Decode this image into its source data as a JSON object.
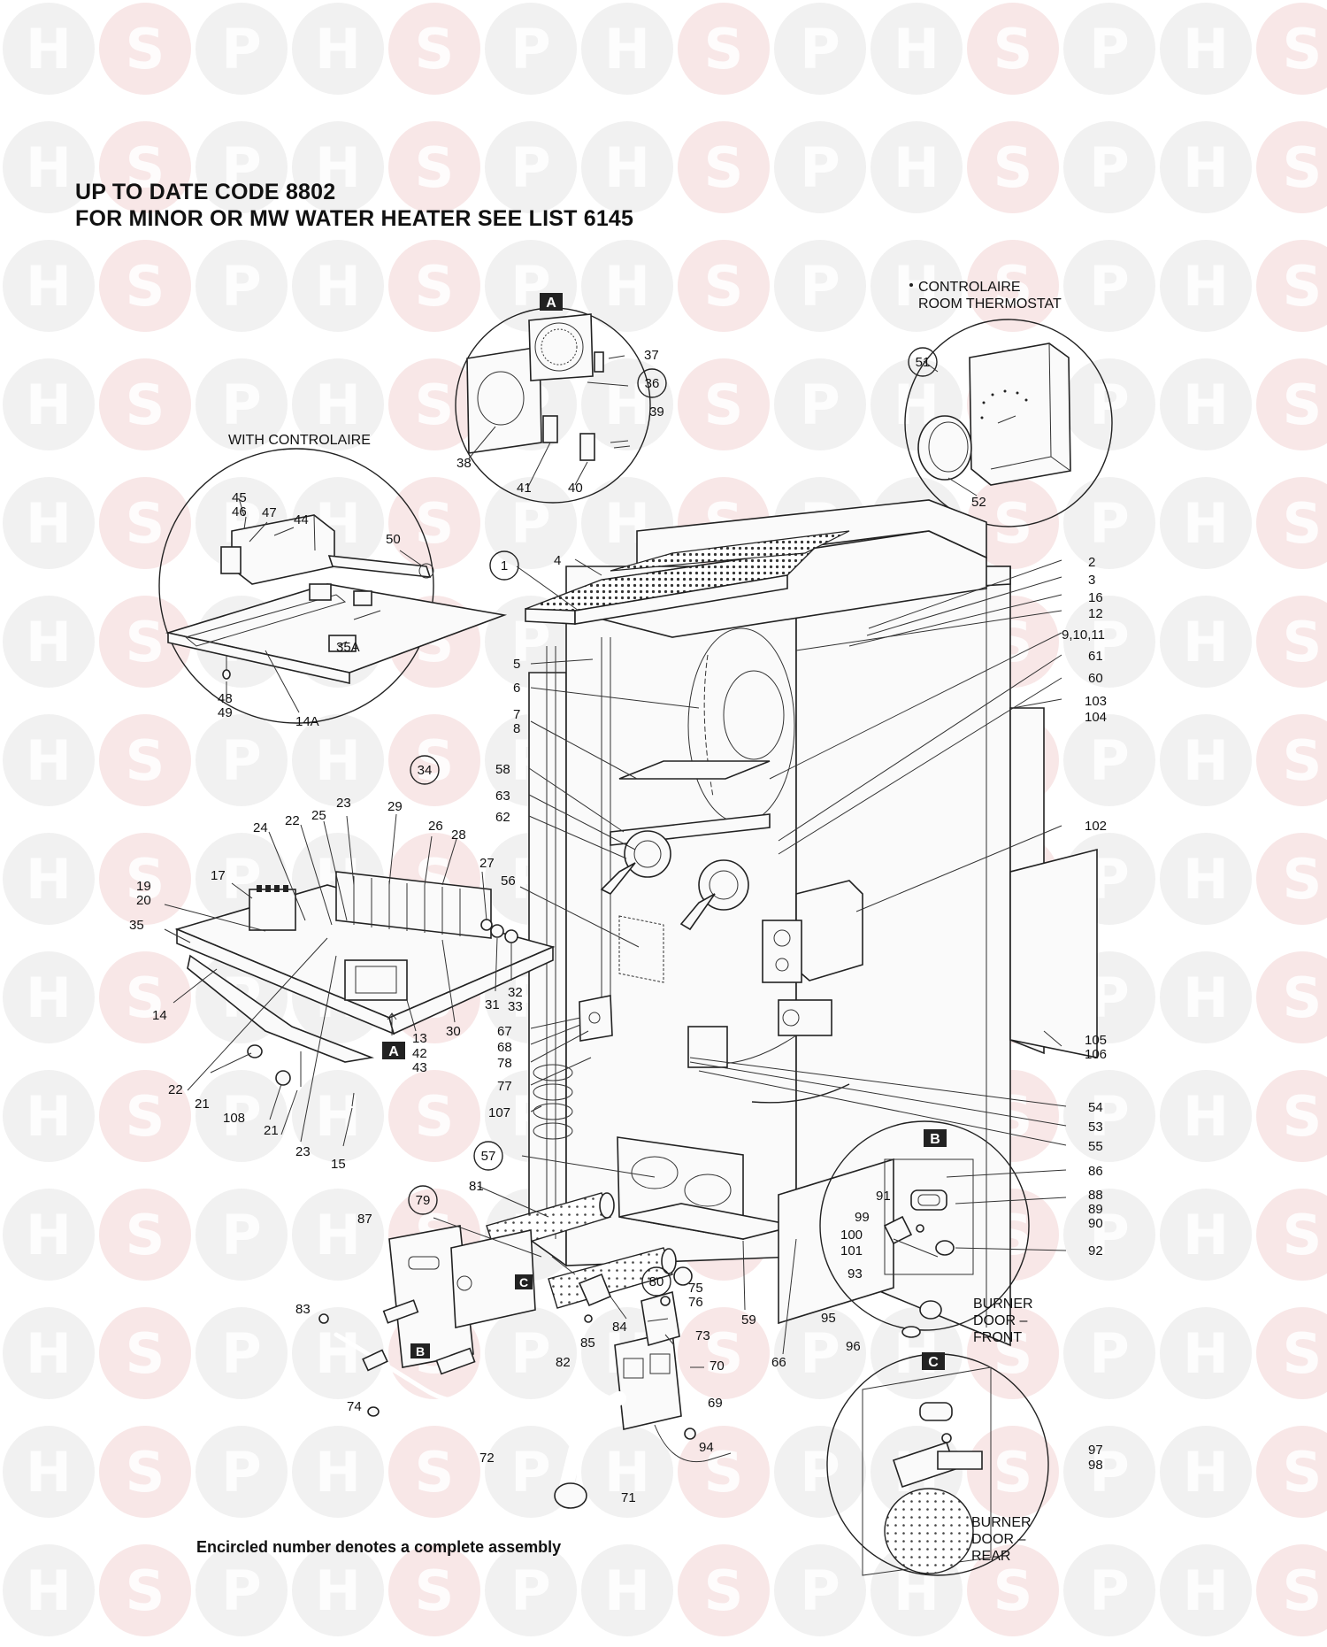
{
  "header": {
    "line1": "UP TO DATE CODE 8802",
    "line2": "FOR MINOR OR MW WATER HEATER SEE LIST 6145"
  },
  "footer": {
    "note": "Encircled number denotes a complete assembly"
  },
  "watermark": {
    "letters": [
      "H",
      "S",
      "P"
    ],
    "colors": {
      "H": "#e6e6e6",
      "S": "#f3d3d3",
      "P": "#e6e6e6"
    }
  },
  "diagram": {
    "captions": {
      "with_controlaire": "WITH CONTROLAIRE",
      "controlaire": "CONTROLAIRE",
      "room_thermostat": "ROOM THERMOSTAT",
      "burner": "BURNER",
      "door_front": "DOOR –",
      "front": "FRONT",
      "door_rear": "DOOR –",
      "rear": "REAR"
    },
    "boxed_letters": {
      "a_top": "A",
      "a_bottom": "A",
      "b": "B",
      "b_small": "B",
      "c": "C",
      "c_small": "C"
    },
    "encircled_labels": [
      "1",
      "34",
      "36",
      "51",
      "57",
      "79",
      "80"
    ],
    "labels": {
      "l1": "1",
      "l2": "2",
      "l3": "3",
      "l4": "4",
      "l5": "5",
      "l6": "6",
      "l7": "7",
      "l8": "8",
      "l91011": "9,10,11",
      "l12": "12",
      "l13": "13",
      "l14": "14",
      "l14a": "14A",
      "l15": "15",
      "l16": "16",
      "l17": "17",
      "l19": "19",
      "l20": "20",
      "l21a": "21",
      "l21b": "21",
      "l22a": "22",
      "l22b": "22",
      "l23a": "23",
      "l23b": "23",
      "l24": "24",
      "l25": "25",
      "l26": "26",
      "l27": "27",
      "l28": "28",
      "l29": "29",
      "l30": "30",
      "l31": "31",
      "l32": "32",
      "l33": "33",
      "l34": "34",
      "l35": "35",
      "l35a": "35A",
      "l36": "36",
      "l37": "37",
      "l38": "38",
      "l39": "39",
      "l40": "40",
      "l41": "41",
      "l42": "42",
      "l43": "43",
      "l44": "44",
      "l45": "45",
      "l46": "46",
      "l47": "47",
      "l48": "48",
      "l49": "49",
      "l50": "50",
      "l51": "51",
      "l52": "52",
      "l53": "53",
      "l54": "54",
      "l55": "55",
      "l56": "56",
      "l57": "57",
      "l58": "58",
      "l59": "59",
      "l60": "60",
      "l61": "61",
      "l62": "62",
      "l63": "63",
      "l66": "66",
      "l67": "67",
      "l68": "68",
      "l69": "69",
      "l70": "70",
      "l71": "71",
      "l72": "72",
      "l73": "73",
      "l74": "74",
      "l75": "75",
      "l76": "76",
      "l77": "77",
      "l78": "78",
      "l79": "79",
      "l80": "80",
      "l81": "81",
      "l82": "82",
      "l83": "83",
      "l84": "84",
      "l85": "85",
      "l86": "86",
      "l87": "87",
      "l88": "88",
      "l89": "89",
      "l90": "90",
      "l91": "91",
      "l92": "92",
      "l93": "93",
      "l94": "94",
      "l95": "95",
      "l96": "96",
      "l97": "97",
      "l98": "98",
      "l99": "99",
      "l100": "100",
      "l101": "101",
      "l102": "102",
      "l103": "103",
      "l104": "104",
      "l105": "105",
      "l106": "106",
      "l107": "107",
      "l108": "108"
    }
  }
}
